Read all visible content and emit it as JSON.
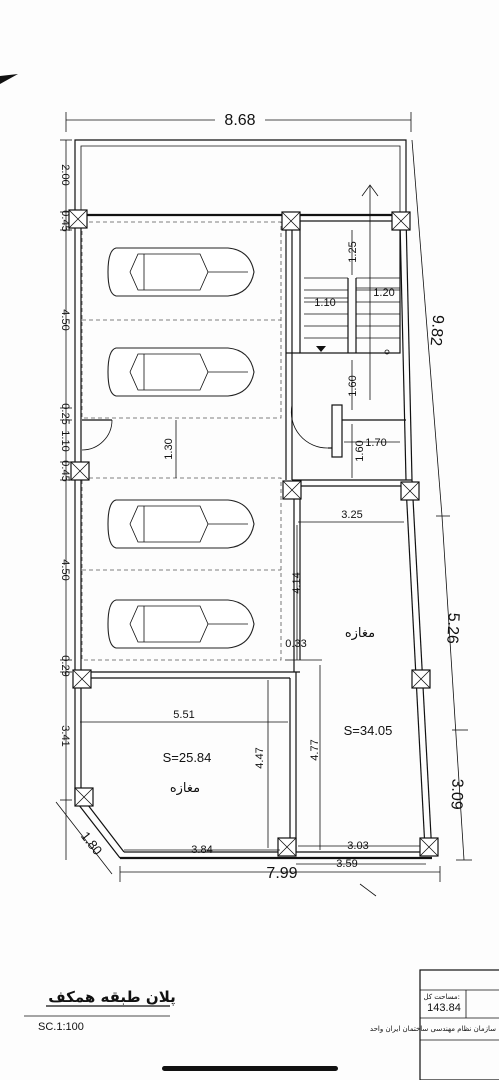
{
  "dimensions": {
    "top_width": "8.68",
    "left_2_00": "2.00",
    "left_0_45_a": "0.45",
    "left_4_50_a": "4.50",
    "left_0_25": "0.25",
    "left_1_10": "1.10",
    "left_0_45_b": "0.45",
    "left_4_50_b": "4.50",
    "left_0_29": "0.29",
    "left_3_41": "3.41",
    "stair_1_25": "1.25",
    "stair_1_10": "1.10",
    "stair_1_20": "1.20",
    "stair_1_60_a": "1.60",
    "stair_1_60_b": "1.60",
    "stair_1_70": "1.70",
    "aisle_1_30": "1.30",
    "shop_3_25": "3.25",
    "shop_4_14": "4.14",
    "shop_0_33": "0.33",
    "shop_5_51": "5.51",
    "shop_4_47": "4.47",
    "shop_4_77": "4.77",
    "bottom_3_84": "3.84",
    "bottom_3_03": "3.03",
    "bottom_3_59": "3.59",
    "bottom_7_99": "7.99",
    "diag_1_80": "1.80",
    "right_9_82": "9.82",
    "right_5_26": "5.26",
    "right_3_09": "3.09"
  },
  "rooms": {
    "shop_right_label": "مغازه",
    "shop_right_area": "S=34.05",
    "shop_left_label": "مغازه",
    "shop_left_area": "S=25.84"
  },
  "footer": {
    "plan_title": "پلان طبقه همکف",
    "scale": "SC.1:100",
    "total_area_label": "مساحت کل:",
    "total_area_value": "143.84",
    "org_text": "سازمان نظام مهندسی ساختمان ایران واحد"
  },
  "icons": [
    "north-arrow-icon",
    "car-icon",
    "column-icon",
    "door-swing-icon"
  ]
}
